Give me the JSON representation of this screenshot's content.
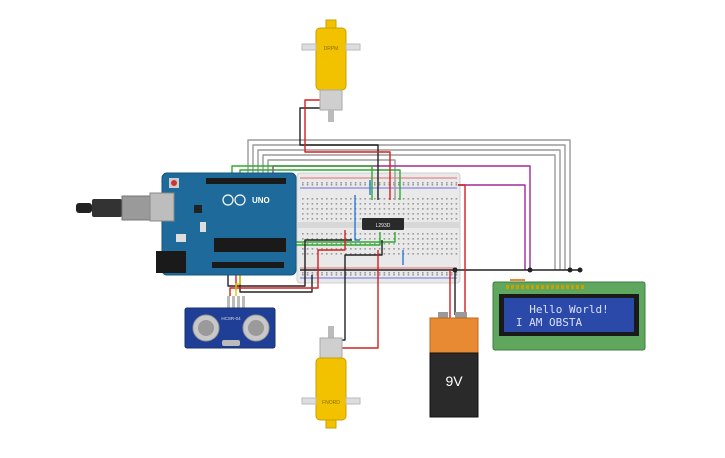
{
  "canvas": {
    "background": "#ffffff"
  },
  "components": {
    "motor_top": {
      "label": "DRPM",
      "icon": "dc-motor-icon"
    },
    "motor_bottom": {
      "label": "FNORD",
      "icon": "dc-motor-icon"
    },
    "arduino": {
      "board_name": "UNO",
      "icon": "arduino-uno-icon"
    },
    "driver_chip": {
      "label": "L293D"
    },
    "ultrasonic": {
      "label": "HCSR-04",
      "icon": "ultrasonic-sensor-icon"
    },
    "battery": {
      "label": "9V",
      "icon": "battery-9v-icon"
    },
    "lcd": {
      "line1": "Hello World!",
      "line2": "I AM OBSTA",
      "icon": "lcd-16x2-icon"
    }
  },
  "colors": {
    "motor_yellow": "#f2c200",
    "arduino_blue": "#1e6b9b",
    "lcd_green": "#5fa65f",
    "lcd_screen": "#2b49a8",
    "lcd_text": "#d8e0ff",
    "sensor_blue": "#1f3f96",
    "battery_orange": "#e88a33",
    "wire_red": "#d42020",
    "wire_black": "#222222",
    "wire_green": "#2eaa2e",
    "wire_gray": "#9a9a9a",
    "wire_purple": "#a02a9a",
    "wire_blue": "#2a78d8",
    "wire_yellow": "#e5c200"
  }
}
